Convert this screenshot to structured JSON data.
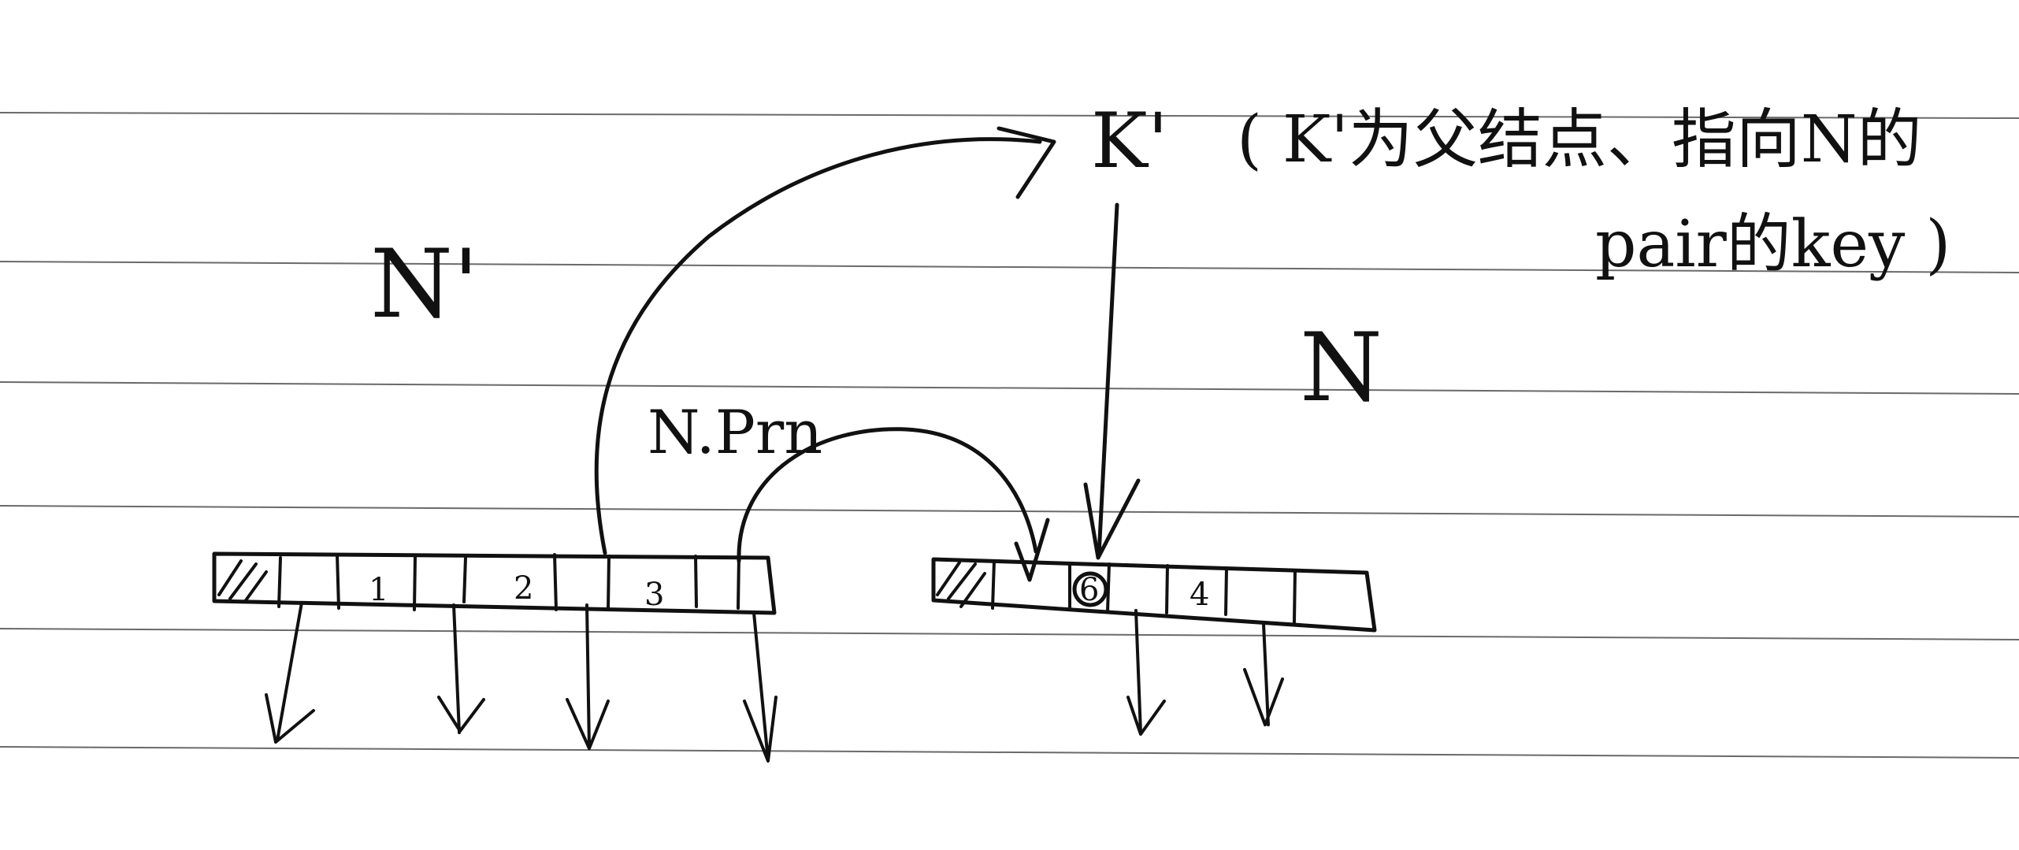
{
  "labels": {
    "n_prime": "N'",
    "k_prime": "K'",
    "note_line1": "( K'为父结点、指向N的",
    "note_line2": "pair的key )",
    "n": "N",
    "n_prm": "N.Prn"
  },
  "left_node": {
    "keys": [
      "1",
      "2",
      "3"
    ]
  },
  "right_node": {
    "keys": [
      "6",
      "4"
    ]
  },
  "colors": {
    "ink": "#111111",
    "paper": "#ffffff",
    "rule_line": "#6a6a6a"
  }
}
